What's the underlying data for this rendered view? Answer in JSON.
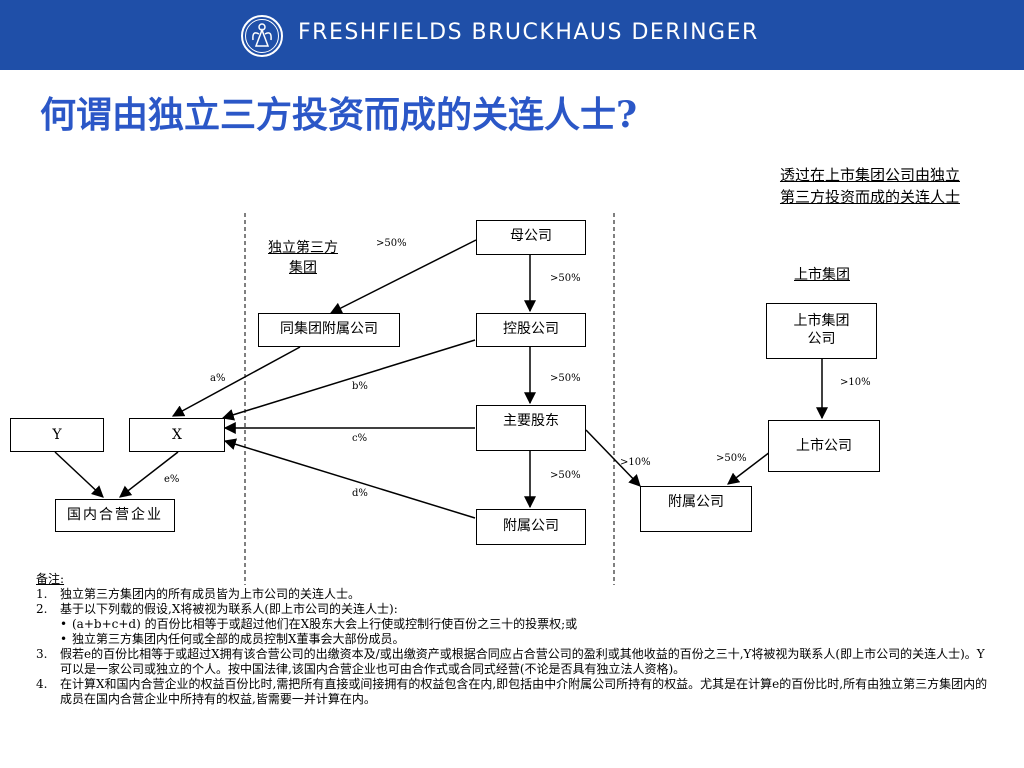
{
  "header": {
    "brand": "FRESHFIELDS BRUCKHAUS DERINGER",
    "bg_color": "#1f4fa8",
    "logo_icon": "angel-seal-icon"
  },
  "title": "何谓由独立三方投资而成的关连人士?",
  "title_color": "#2b57c7",
  "diagram": {
    "right_heading_line1": "透过在上市集团公司由独立",
    "right_heading_line2": "第三方投资而成的关连人士",
    "group_left_line1": "独立第三方",
    "group_left_line2": "集团",
    "group_right": "上市集团",
    "boxes": {
      "parent": "母公司",
      "same_group": "同集团附属公司",
      "holding": "控股公司",
      "major": "主要股东",
      "sub_left": "附属公司",
      "y": "Y",
      "x": "X",
      "domestic": "国内合营企业",
      "listed_group_line1": "上市集团",
      "listed_group_line2": "公司",
      "listed": "上市公司",
      "sub_right": "附属公司"
    },
    "labels": {
      "parent_to_same": ">50%",
      "parent_to_holding": ">50%",
      "holding_to_major": ">50%",
      "major_to_sub": ">50%",
      "a": "a%",
      "b": "b%",
      "c": "c%",
      "d": "d%",
      "e": "e%",
      "major_to_subright": ">10%",
      "listed_to_subright": ">50%",
      "group_to_listed": ">10%"
    }
  },
  "notes": {
    "heading": "备注:",
    "items": [
      {
        "num": "1.",
        "text": "独立第三方集团内的所有成员皆为上市公司的关连人士。"
      },
      {
        "num": "2.",
        "text": "基于以下列载的假设,X将被视为联系人(即上市公司的关连人士):"
      },
      {
        "num": "3.",
        "text": "假若e的百份比相等于或超过X拥有该合营公司的出缴资本及/或出缴资产或根据合同应占合营公司的盈利或其他收益的百份之三十,Y将被视为联系人(即上市公司的关连人士)。Y可以是一家公司或独立的个人。按中国法律,该国内合营企业也可由合作式或合同式经营(不论是否具有独立法人资格)。"
      },
      {
        "num": "4.",
        "text": "在计算X和国内合营企业的权益百份比时,需把所有直接或间接拥有的权益包含在内,即包括由中介附属公司所持有的权益。尤其是在计算e的百份比时,所有由独立第三方集团内的成员在国内合营企业中所持有的权益,皆需要一并计算在内。"
      }
    ],
    "bullets": [
      "(a+b+c+d) 的百份比相等于或超过他们在X股东大会上行使或控制行使百份之三十的投票权;或",
      "独立第三方集团内任何或全部的成员控制X董事会大部份成员。"
    ],
    "bullet_glyph": "•"
  }
}
